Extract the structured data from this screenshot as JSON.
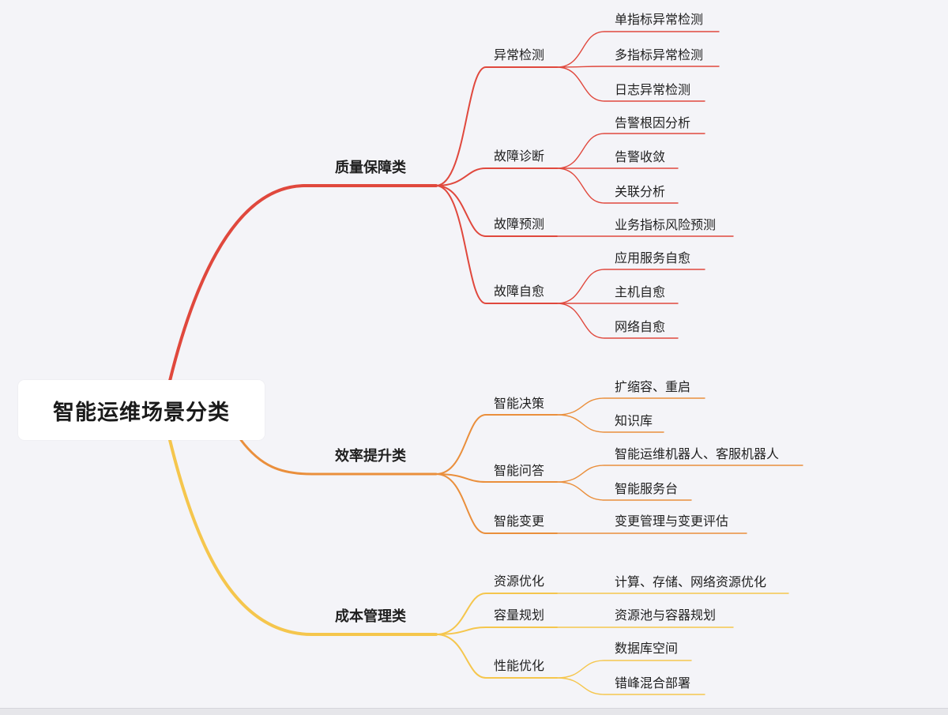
{
  "root": {
    "label": "智能运维场景分类"
  },
  "categories": [
    {
      "label": "质量保障类",
      "color": "#e0483d",
      "groups": [
        {
          "label": "异常检测",
          "leaves": [
            "单指标异常检测",
            "多指标异常检测",
            "日志异常检测"
          ]
        },
        {
          "label": "故障诊断",
          "leaves": [
            "告警根因分析",
            "告警收敛",
            "关联分析"
          ]
        },
        {
          "label": "故障预测",
          "leaves": [
            "业务指标风险预测"
          ]
        },
        {
          "label": "故障自愈",
          "leaves": [
            "应用服务自愈",
            "主机自愈",
            "网络自愈"
          ]
        }
      ]
    },
    {
      "label": "效率提升类",
      "color": "#ea8f3c",
      "groups": [
        {
          "label": "智能决策",
          "leaves": [
            "扩缩容、重启",
            "知识库"
          ]
        },
        {
          "label": "智能问答",
          "leaves": [
            "智能运维机器人、客服机器人",
            "智能服务台"
          ]
        },
        {
          "label": "智能变更",
          "leaves": [
            "变更管理与变更评估"
          ]
        }
      ]
    },
    {
      "label": "成本管理类",
      "color": "#f5c64d",
      "groups": [
        {
          "label": "资源优化",
          "leaves": [
            "计算、存储、网络资源优化"
          ]
        },
        {
          "label": "容量规划",
          "leaves": [
            "资源池与容器规划"
          ]
        },
        {
          "label": "性能优化",
          "leaves": [
            "数据库空间",
            "错峰混合部署"
          ]
        }
      ]
    }
  ]
}
